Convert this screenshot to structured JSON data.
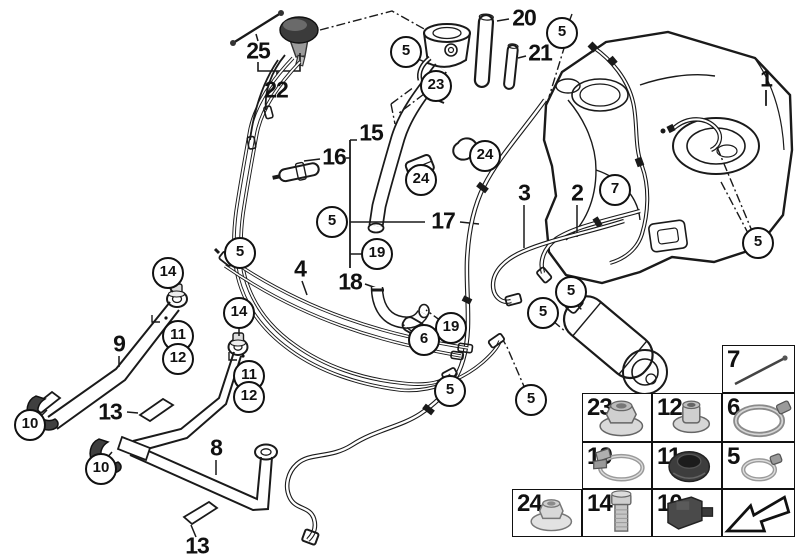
{
  "diagram": {
    "kind": "fuel-tank-and-lines-exploded-view",
    "background_color": "#ffffff",
    "line_color": "#1a1a1a",
    "dark_part_color": "#3f3f3f",
    "metal_part_color": "#cccccc"
  },
  "callouts": {
    "plain": [
      {
        "label": "25"
      },
      {
        "label": "22"
      },
      {
        "label": "20"
      },
      {
        "label": "21"
      },
      {
        "label": "15"
      },
      {
        "label": "16"
      },
      {
        "label": "17"
      },
      {
        "label": "18"
      },
      {
        "label": "4"
      },
      {
        "label": "3"
      },
      {
        "label": "2"
      },
      {
        "label": "1"
      },
      {
        "label": "9"
      },
      {
        "label": "13"
      },
      {
        "label": "8"
      },
      {
        "label": "13"
      }
    ],
    "circled": [
      {
        "label": "5"
      },
      {
        "label": "23"
      },
      {
        "label": "5"
      },
      {
        "label": "24"
      },
      {
        "label": "24"
      },
      {
        "label": "5"
      },
      {
        "label": "19"
      },
      {
        "label": "7"
      },
      {
        "label": "5"
      },
      {
        "label": "5"
      },
      {
        "label": "19"
      },
      {
        "label": "6"
      },
      {
        "label": "5"
      },
      {
        "label": "5"
      },
      {
        "label": "5"
      },
      {
        "label": "5"
      },
      {
        "label": "14"
      },
      {
        "label": "11"
      },
      {
        "label": "12"
      },
      {
        "label": "10"
      },
      {
        "label": "14"
      },
      {
        "label": "11"
      },
      {
        "label": "12"
      },
      {
        "label": "10"
      }
    ]
  },
  "legend": {
    "cells": [
      {
        "label": "7",
        "icon": "retaining-rod-icon"
      },
      {
        "label": "23",
        "icon": "flanged-hex-nut-icon"
      },
      {
        "label": "12",
        "icon": "grommet-sleeve-icon"
      },
      {
        "label": "6",
        "icon": "hose-clamp-large-icon"
      },
      {
        "label": "19",
        "icon": "spring-band-clamp-icon"
      },
      {
        "label": "11",
        "icon": "rubber-grommet-icon"
      },
      {
        "label": "5",
        "icon": "hose-clamp-small-icon"
      },
      {
        "label": "24",
        "icon": "flanged-nut-small-icon"
      },
      {
        "label": "14",
        "icon": "hex-bolt-icon"
      },
      {
        "label": "10",
        "icon": "rubber-buffer-icon"
      }
    ],
    "arrow_icon": "direction-arrow-icon"
  }
}
